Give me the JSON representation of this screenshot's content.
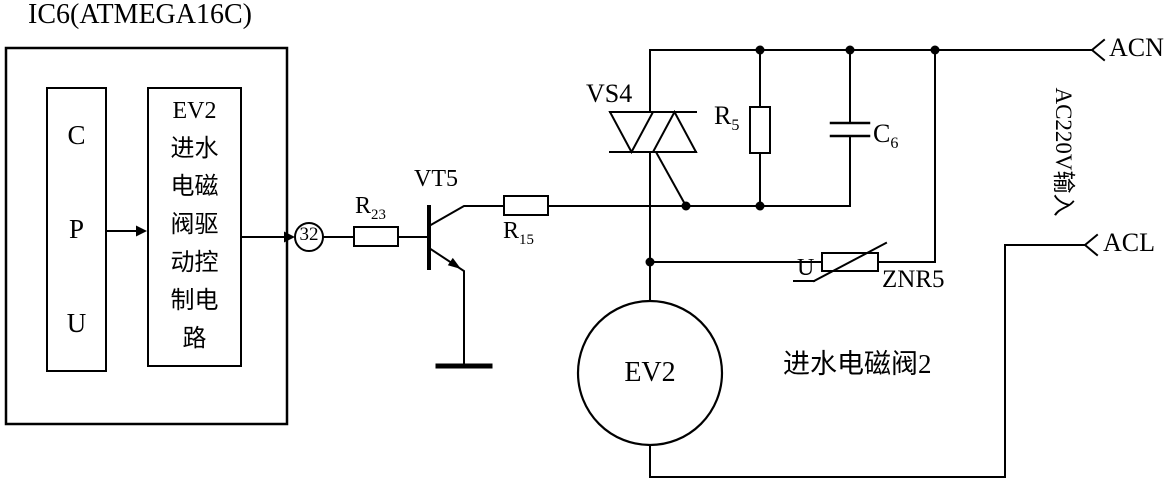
{
  "diagram": {
    "title": "IC6(ATMEGA16C)",
    "cpu": {
      "letters": [
        "C",
        "P",
        "U"
      ]
    },
    "driver_box": {
      "lines": [
        "EV2",
        "进水",
        "电磁",
        "阀驱",
        "动控",
        "制电",
        "路"
      ]
    },
    "pin": "32",
    "labels": {
      "r23": {
        "base": "R",
        "sub": "23"
      },
      "vt5": "VT5",
      "r15": {
        "base": "R",
        "sub": "15"
      },
      "vs4": "VS4",
      "r5": {
        "base": "R",
        "sub": "5"
      },
      "c6": {
        "base": "C",
        "sub": "6"
      },
      "varistor_u": "U",
      "znr5": "ZNR5",
      "ev2": "EV2",
      "valve_caption": "进水电磁阀2",
      "acn": "ACN",
      "acl": "ACL",
      "ac_input": "AC220V输入"
    },
    "colors": {
      "line": "#000000",
      "background": "#ffffff"
    }
  }
}
